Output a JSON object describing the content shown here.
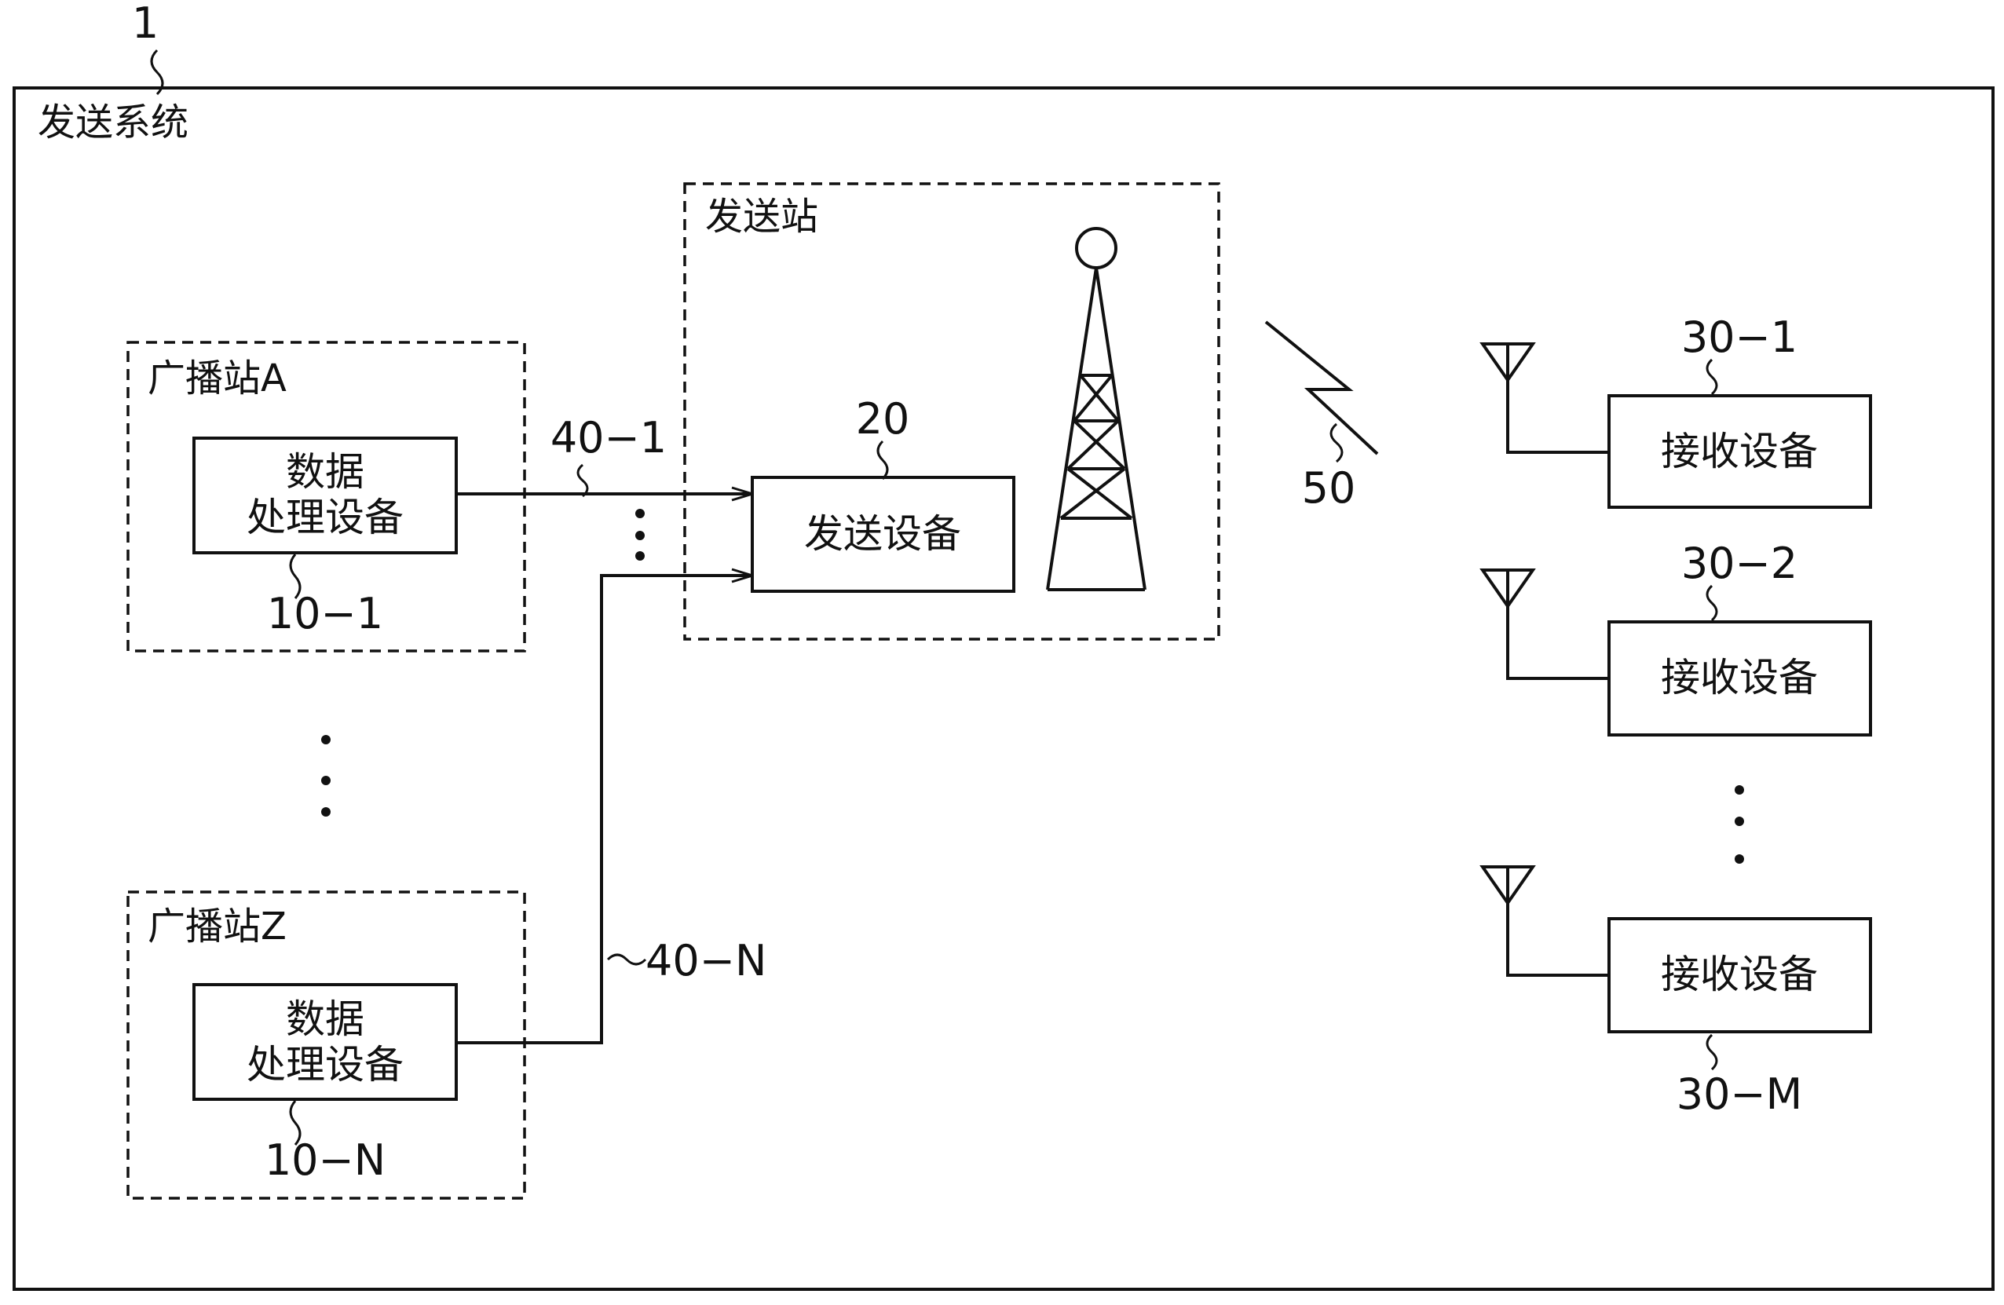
{
  "system": {
    "ref": "1",
    "label": "发送系统"
  },
  "broadcast_station_a": {
    "label": "广播站A",
    "device_line1": "数据",
    "device_line2": "处理设备",
    "device_ref": "10−1"
  },
  "broadcast_station_z": {
    "label": "广播站Z",
    "device_line1": "数据",
    "device_line2": "处理设备",
    "device_ref": "10−N"
  },
  "transmitting_station": {
    "label": "发送站",
    "device_label": "发送设备",
    "device_ref": "20"
  },
  "links": {
    "link_1": "40−1",
    "link_n": "40−N",
    "wireless": "50"
  },
  "receivers": [
    {
      "label": "接收设备",
      "ref": "30−1"
    },
    {
      "label": "接收设备",
      "ref": "30−2"
    },
    {
      "label": "接收设备",
      "ref": "30−M"
    }
  ]
}
